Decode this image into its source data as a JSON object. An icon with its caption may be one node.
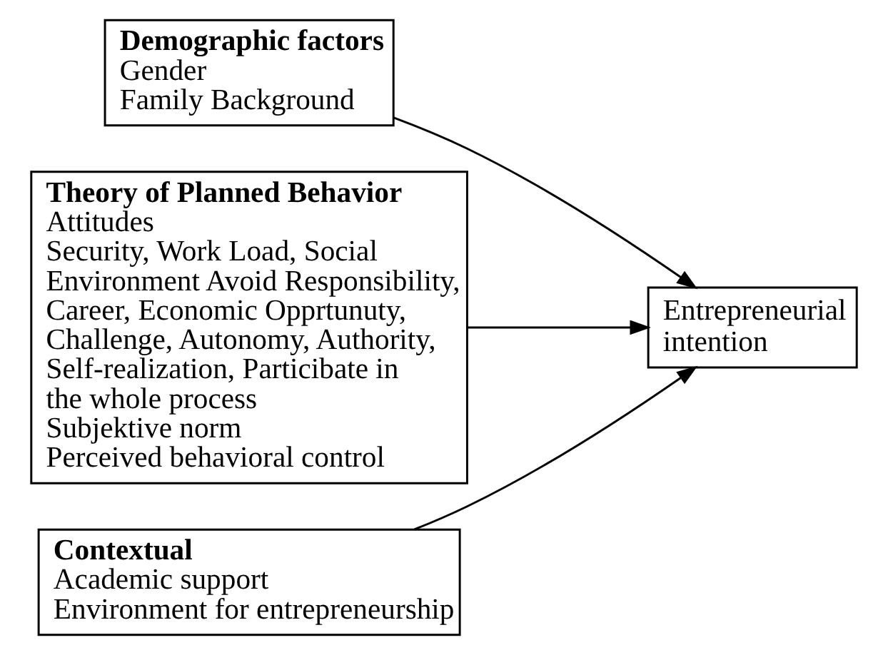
{
  "diagram": {
    "nodes": [
      {
        "text": [
          "Demographic factors",
          "Gender",
          "Family Background"
        ]
      },
      {
        "text": [
          "Theory of Planned Behavior",
          "Attitudes",
          "Security, Work Load, Social Environment Avoid Responsibility, Career, Economic Opprtunuty, Challenge, Autonomy, Authority, Self-realization, Particibate in the whole process",
          "Subjektive norm",
          "Perceived behavioral control"
        ]
      },
      {
        "text": [
          "Contextual",
          "Academic support",
          "Environment for entrepreneurship"
        ]
      },
      {
        "text": [
          "Entrepreneurial intention"
        ]
      }
    ],
    "edges": [
      {
        "from": 0,
        "to": 3,
        "arrow": "to"
      },
      {
        "from": 1,
        "to": 3,
        "arrow": "to"
      },
      {
        "from": 2,
        "to": 3,
        "arrow": "to"
      }
    ]
  }
}
